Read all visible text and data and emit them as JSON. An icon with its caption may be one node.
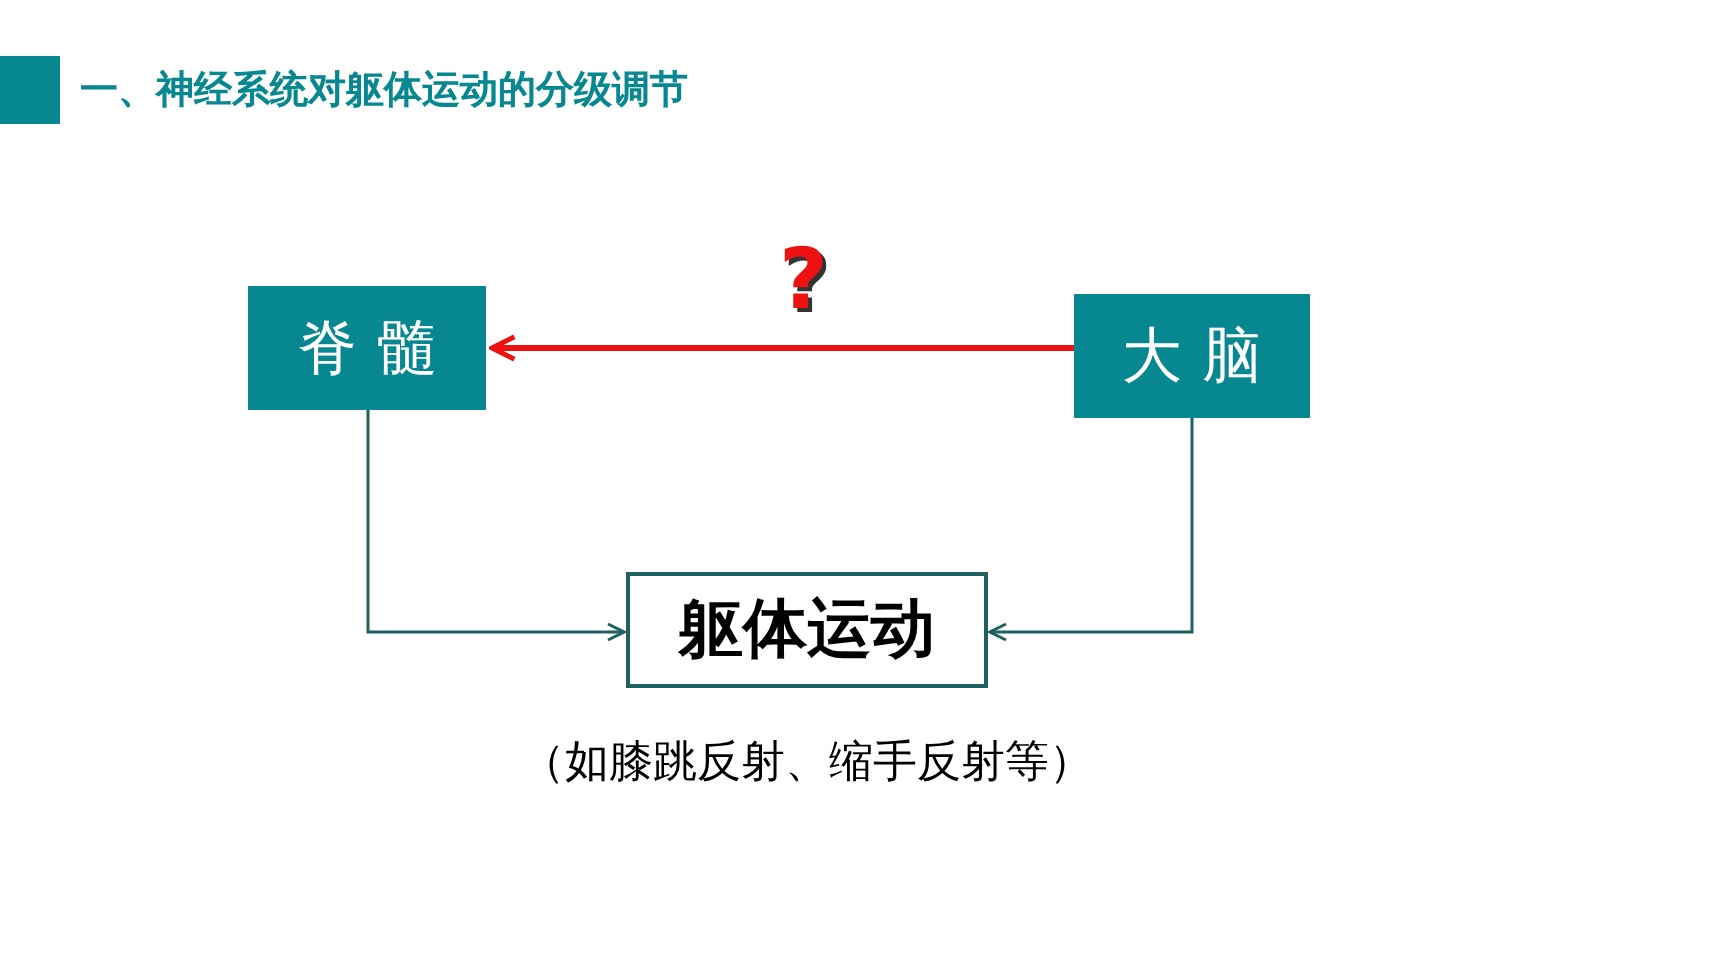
{
  "diagram": {
    "title": "一、神经系统对躯体运动的分级调节",
    "nodes": [
      {
        "text": [
          "脊 髓"
        ]
      },
      {
        "text": [
          "大 脑"
        ]
      },
      {
        "text": [
          "躯体运动"
        ],
        "beside": [
          "（如膝跳反射、缩手反射等）"
        ]
      }
    ],
    "edges": [
      {
        "from": 1,
        "to": 0,
        "arrow": "to",
        "label": "?",
        "color": "#ee1111",
        "style": "thick"
      },
      {
        "from": 0,
        "to": 2,
        "arrow": "to"
      },
      {
        "from": 1,
        "to": 2,
        "arrow": "to"
      }
    ]
  }
}
